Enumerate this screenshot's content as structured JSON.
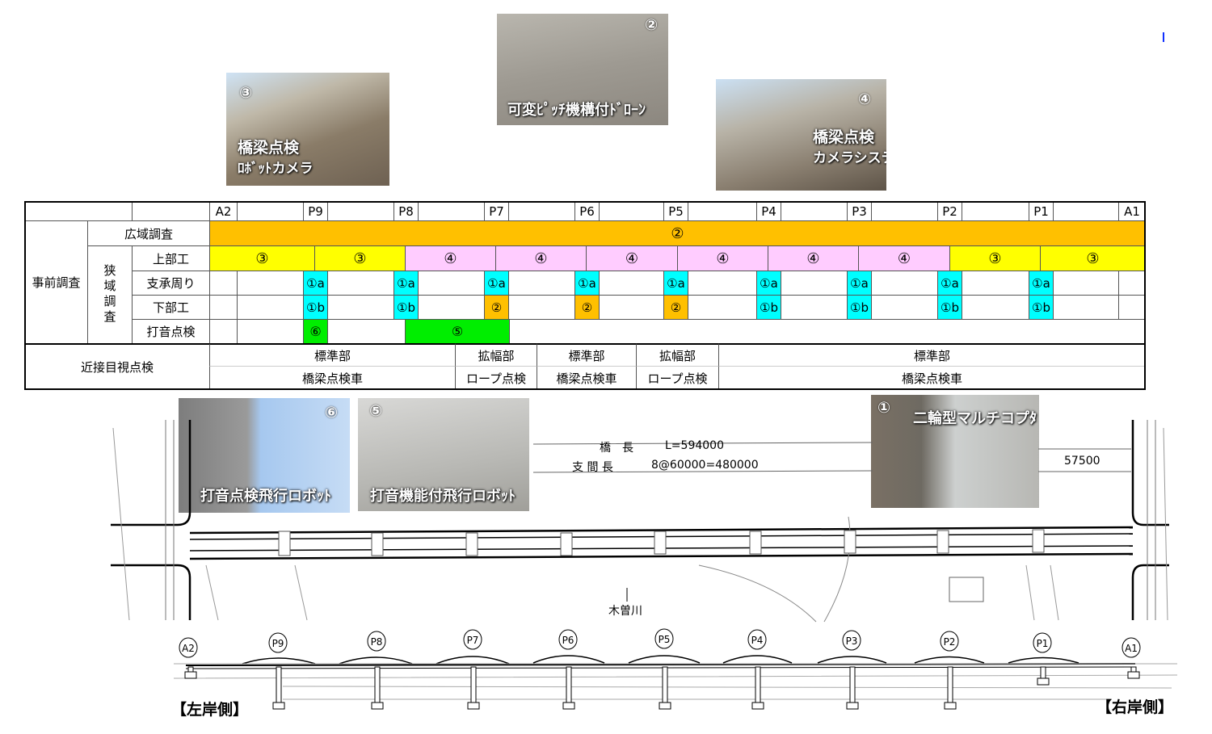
{
  "photos": [
    {
      "id": "p3",
      "number": "③",
      "caption_lines": [
        "橋梁点検",
        "ﾛﾎﾞｯﾄカメラ"
      ]
    },
    {
      "id": "p2",
      "number": "②",
      "caption_lines": [
        "可変ﾋﾟｯﾁ機構付ﾄﾞﾛｰﾝ"
      ]
    },
    {
      "id": "p4",
      "number": "④",
      "caption_lines": [
        "橋梁点検",
        "カメラシステム"
      ]
    },
    {
      "id": "p6",
      "number": "⑥",
      "caption_lines": [
        "打音点検飛行ロボｯﾄ"
      ]
    },
    {
      "id": "p5",
      "number": "⑤",
      "caption_lines": [
        "打音機能付飛行ロボｯﾄ"
      ]
    },
    {
      "id": "p1",
      "number": "①",
      "caption_lines": [
        "二輪型マルチコプﾀ"
      ]
    }
  ],
  "table": {
    "piers": [
      "A2",
      "P9",
      "P8",
      "P7",
      "P6",
      "P5",
      "P4",
      "P3",
      "P2",
      "P1",
      "A1"
    ],
    "pre_survey_label": "事前調査",
    "narrow_label": "狭域調査",
    "wide_area": {
      "label": "広域調査",
      "value": "②"
    },
    "superstructure": {
      "label": "上部工",
      "segments": [
        "③",
        "③",
        "④",
        "④",
        "④",
        "④",
        "④",
        "④",
        "③",
        "③"
      ]
    },
    "bearing": {
      "label": "支承周り",
      "values": [
        "",
        "①a",
        "①a",
        "①a",
        "①a",
        "①a",
        "①a",
        "①a",
        "①a",
        "①a",
        ""
      ]
    },
    "substructure": {
      "label": "下部工",
      "values": [
        "",
        "①b",
        "①b",
        "②",
        "②",
        "②",
        "①b",
        "①b",
        "①b",
        "①b",
        ""
      ]
    },
    "hammering": {
      "label": "打音点検",
      "items": [
        {
          "value": "⑥"
        },
        {
          "value": "⑤"
        }
      ]
    },
    "close_visual": {
      "label": "近接目視点検",
      "segments": [
        {
          "part": "標準部",
          "method": "橋梁点検車"
        },
        {
          "part": "拡幅部",
          "method": "ロープ点検"
        },
        {
          "part": "標準部",
          "method": "橋梁点検車"
        },
        {
          "part": "拡幅部",
          "method": "ロープ点検"
        },
        {
          "part": "標準部",
          "method": "橋梁点検車"
        }
      ]
    }
  },
  "colors": {
    "wide": "#ffc000",
    "yellow": "#ffff00",
    "pink": "#ffccff",
    "cyan": "#00ffff",
    "orange": "#ffc000",
    "green": "#00ee00"
  },
  "plan": {
    "bridge_length": "橋　長",
    "bridge_length_value": "L=594000",
    "span_length": "支 間 長",
    "span_length_value": "8@60000=480000",
    "width_dim": "57500",
    "river": "木曽川"
  },
  "elevation": {
    "left_bank": "【左岸側】",
    "right_bank": "【右岸側】"
  }
}
